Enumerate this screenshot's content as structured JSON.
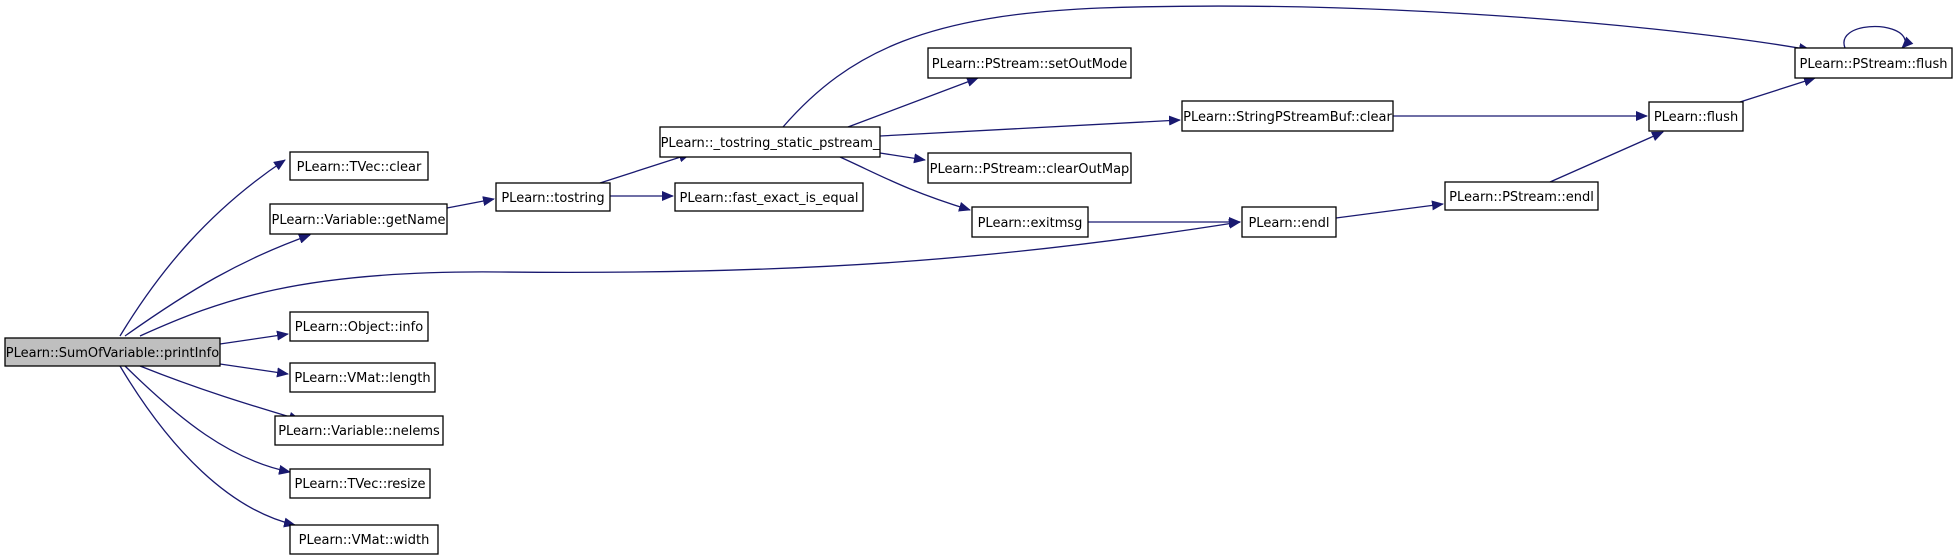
{
  "colors": {
    "edge": "#191970",
    "node_border": "#000000",
    "node_fill": "#ffffff",
    "root_fill": "#bfbfbf"
  },
  "nodes": {
    "root": "PLearn::SumOfVariable::printInfo",
    "tvec_clear": "PLearn::TVec::clear",
    "getname": "PLearn::Variable::getName",
    "object_info": "PLearn::Object::info",
    "vmat_length": "PLearn::VMat::length",
    "nelems": "PLearn::Variable::nelems",
    "resize": "PLearn::TVec::resize",
    "vmat_width": "PLearn::VMat::width",
    "tostring": "PLearn::tostring",
    "tostring_static": "PLearn::_tostring_static_pstream_",
    "fast_exact": "PLearn::fast_exact_is_equal",
    "setoutmode": "PLearn::PStream::setOutMode",
    "clearoutmap": "PLearn::PStream::clearOutMap",
    "exitmsg": "PLearn::exitmsg",
    "spsb_clear": "PLearn::StringPStreamBuf::clear",
    "endl": "PLearn::endl",
    "pstream_endl": "PLearn::PStream::endl",
    "flush": "PLearn::flush",
    "pstream_flush": "PLearn::PStream::flush"
  }
}
